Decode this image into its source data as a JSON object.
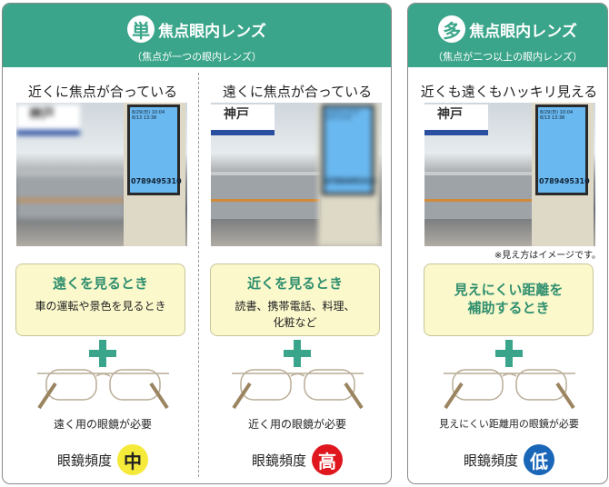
{
  "single": {
    "badge": "単",
    "title": "焦点眼内レンズ",
    "subtitle": "（焦点が一つの眼内レンズ）",
    "columns": [
      {
        "title": "近くに焦点が合っている",
        "box_title": "遠くを見るとき",
        "box_desc": "車の運転や景色を見るとき",
        "need": "遠く用の眼鏡が必要",
        "freq_label": "眼鏡頻度",
        "freq": "中",
        "freq_color": "#f5e93a",
        "freq_text_color": "#222"
      },
      {
        "title": "遠くに焦点が合っている",
        "box_title": "近くを見るとき",
        "box_desc": "読書、携帯電話、料理、\n化粧など",
        "need": "近く用の眼鏡が必要",
        "freq_label": "眼鏡頻度",
        "freq": "高",
        "freq_color": "#e0161e",
        "freq_text_color": "#fff"
      }
    ]
  },
  "multi": {
    "badge": "多",
    "title": "焦点眼内レンズ",
    "subtitle": "（焦点が二つ以上の眼内レンズ）",
    "column": {
      "title": "近くも遠くもハッキリ見える",
      "box_title": "見えにくい距離を\n補助するとき",
      "need": "見えにくい距離用の眼鏡が必要",
      "freq_label": "眼鏡頻度",
      "freq": "低",
      "freq_color": "#1a66b8",
      "freq_text_color": "#fff"
    },
    "note": "※見え方はイメージです。"
  },
  "photo": {
    "station_sign": "神戸",
    "phone_date": "8/29(日) 10:04",
    "phone_time": "8/13 13:38",
    "phone_number": "0789495310"
  },
  "colors": {
    "header": "#3aa58a",
    "box": "#fbf8cc",
    "accent_text": "#2f8f6e"
  }
}
